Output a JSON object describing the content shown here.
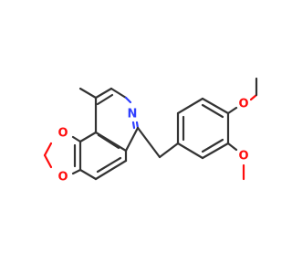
{
  "molecule": {
    "atoms": {
      "n": {
        "symbol": "N",
        "color": "#3040ff"
      },
      "o_diox_top": {
        "symbol": "O",
        "color": "#ff0d0d"
      },
      "o_diox_bottom": {
        "symbol": "O",
        "color": "#ff0d0d"
      },
      "o_methoxy_top": {
        "symbol": "O",
        "color": "#ff0d0d"
      },
      "o_methoxy_bottom": {
        "symbol": "O",
        "color": "#ff0d0d"
      }
    },
    "bond_color": "#333333"
  }
}
